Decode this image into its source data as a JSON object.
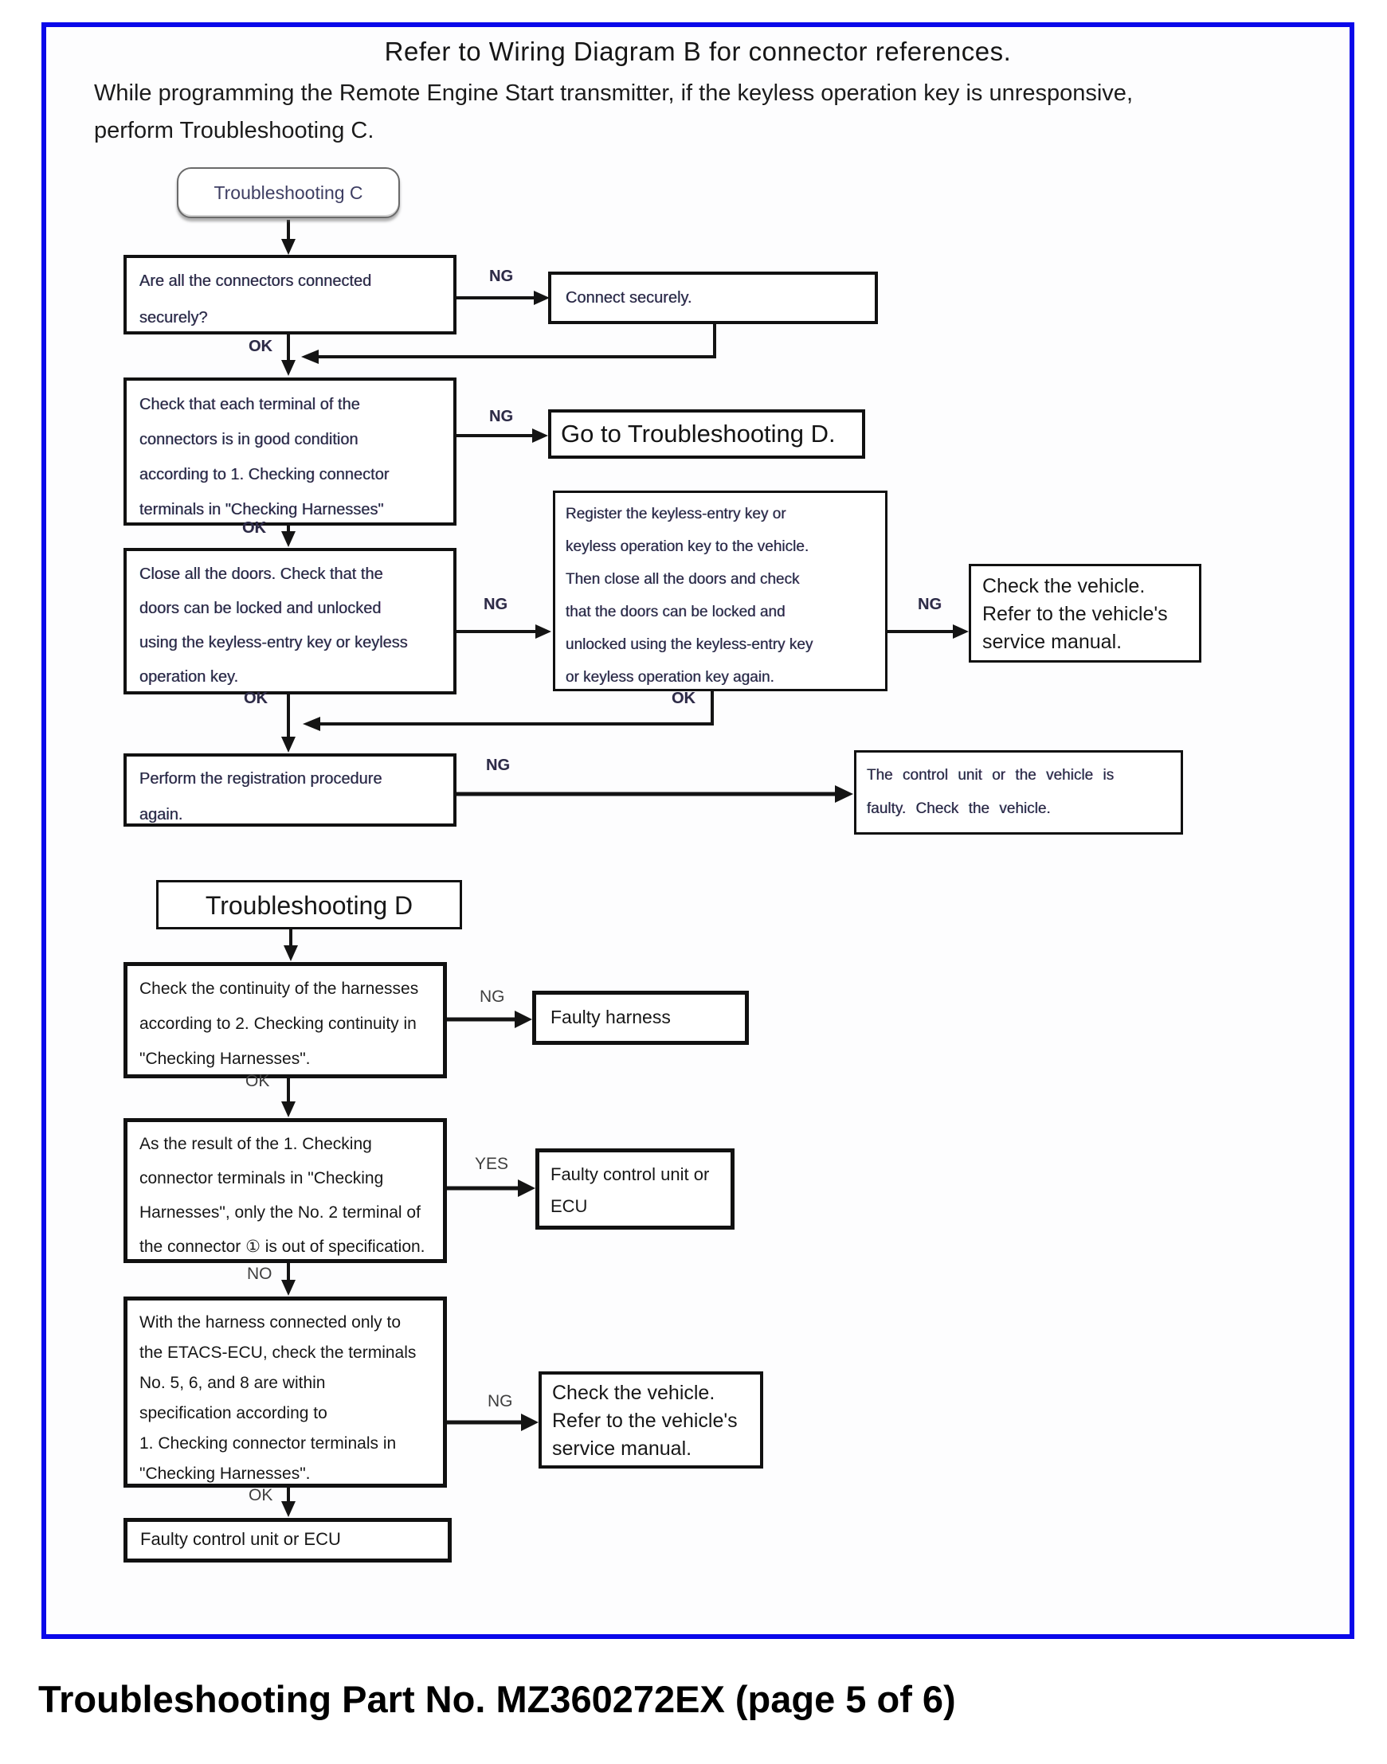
{
  "page": {
    "heading": "Refer to Wiring Diagram B for connector references.",
    "intro": "While programming the Remote Engine Start transmitter, if the keyless operation key is unresponsive,\nperform Troubleshooting C.",
    "footer": "Troubleshooting Part No. MZ360272EX (page 5 of 6)"
  },
  "labels": {
    "ok": "OK",
    "ng": "NG",
    "yes": "YES",
    "no": "NO"
  },
  "colors": {
    "frame_border": "#0a08ea",
    "box_border": "#111111",
    "text": "#1a1a1a"
  },
  "troubleshooting_c": {
    "start": "Troubleshooting C",
    "q1": "Are all the connectors connected\nsecurely?",
    "q1_ng": "Connect securely.",
    "q2": "Check that each terminal of the\nconnectors is in good condition\naccording to 1. Checking connector\nterminals in \"Checking Harnesses\"",
    "q2_ng": "Go to Troubleshooting D.",
    "q3": "Close all the doors. Check that the\ndoors can be locked and unlocked\nusing the keyless-entry key or keyless\noperation key.",
    "q3_ng": "Register the keyless-entry key or\nkeyless operation key to the vehicle.\nThen close all the doors and check\nthat the doors can be locked and\nunlocked using the keyless-entry key\nor keyless operation key again.",
    "q3_ng_ng": "Check the vehicle.\nRefer to the vehicle's\nservice manual.",
    "q4": "Perform the registration procedure\nagain.",
    "q4_ng": "The control unit or the vehicle is\nfaulty. Check the vehicle."
  },
  "troubleshooting_d": {
    "start": "Troubleshooting D",
    "q1": "Check the continuity of the harnesses\naccording to 2. Checking continuity in\n\"Checking Harnesses\".",
    "q1_ng": "Faulty harness",
    "q2": "As the result of the 1. Checking\nconnector terminals in \"Checking\nHarnesses\", only the No. 2 terminal of\nthe connector ① is out of specification.",
    "q2_yes": "Faulty control unit or\nECU",
    "q3": "With the harness connected only to\nthe ETACS-ECU, check the terminals\nNo. 5, 6, and 8 are within\nspecification according to\n1. Checking connector terminals in\n\"Checking Harnesses\".",
    "q3_ng": "Check the vehicle.\nRefer to the vehicle's\nservice manual.",
    "q4": "Faulty control unit or ECU"
  }
}
